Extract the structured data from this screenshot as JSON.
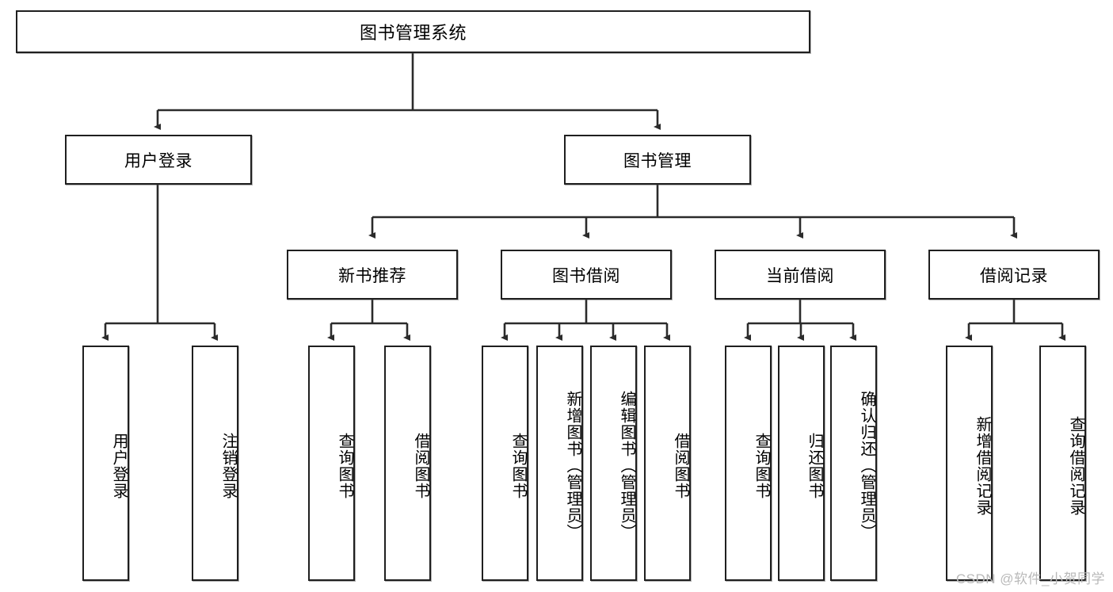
{
  "diagram": {
    "title": "图书管理系统",
    "type": "tree-hierarchy-diagram",
    "colors": {
      "box_border": "#1f1f1f",
      "box_fill": "#ffffff",
      "connector": "#2b2b2b",
      "background": "#ffffff",
      "watermark": "#b9b9b9"
    },
    "root": {
      "label": "图书管理系统"
    },
    "level2": [
      {
        "label": "用户登录"
      },
      {
        "label": "图书管理"
      }
    ],
    "level3": [
      {
        "label": "新书推荐"
      },
      {
        "label": "图书借阅"
      },
      {
        "label": "当前借阅"
      },
      {
        "label": "借阅记录"
      }
    ],
    "leaves": {
      "user_login": [
        {
          "label": "用户登录"
        },
        {
          "label": "注销登录"
        }
      ],
      "new_book_recommend": [
        {
          "label": "查询图书"
        },
        {
          "label": "借阅图书"
        }
      ],
      "book_borrow": [
        {
          "label": "查询图书"
        },
        {
          "label": "新增图书（管理员）"
        },
        {
          "label": "编辑图书（管理员）"
        },
        {
          "label": "借阅图书"
        }
      ],
      "current_borrow": [
        {
          "label": "查询图书"
        },
        {
          "label": "归还图书"
        },
        {
          "label": "确认归还（管理员）"
        }
      ],
      "borrow_record": [
        {
          "label": "新增借阅记录"
        },
        {
          "label": "查询借阅记录"
        }
      ]
    },
    "watermark": "CSDN @软件_小贺同学"
  }
}
